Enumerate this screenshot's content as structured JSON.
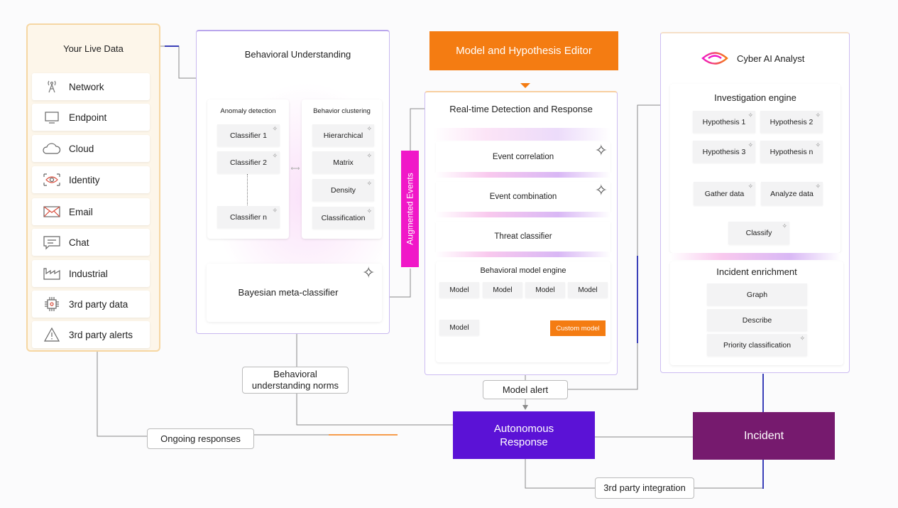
{
  "live_data": {
    "title": "Your Live Data",
    "items": [
      {
        "label": "Network",
        "icon": "antenna-icon"
      },
      {
        "label": "Endpoint",
        "icon": "endpoint-icon"
      },
      {
        "label": "Cloud",
        "icon": "cloud-icon"
      },
      {
        "label": "Identity",
        "icon": "eye-icon"
      },
      {
        "label": "Email",
        "icon": "envelope-icon"
      },
      {
        "label": "Chat",
        "icon": "chat-icon"
      },
      {
        "label": "Industrial",
        "icon": "factory-icon"
      },
      {
        "label": "3rd party data",
        "icon": "chip-icon"
      },
      {
        "label": "3rd party alerts",
        "icon": "warning-icon"
      }
    ]
  },
  "behavioral": {
    "title": "Behavioral Understanding",
    "anomaly": {
      "title": "Anomaly detection",
      "items": [
        "Classifier 1",
        "Classifier 2",
        "Classifier n"
      ]
    },
    "clustering": {
      "title": "Behavior clustering",
      "items": [
        "Hierarchical",
        "Matrix",
        "Density",
        "Classification"
      ]
    },
    "bayesian": "Bayesian meta-classifier"
  },
  "augmented_events": "Augmented Events",
  "editor": {
    "title": "Model and Hypothesis Editor"
  },
  "realtime": {
    "title": "Real-time Detection and Response",
    "stages": [
      "Event correlation",
      "Event combination",
      "Threat classifier"
    ],
    "engine": {
      "title": "Behavioral model engine",
      "models": [
        "Model",
        "Model",
        "Model",
        "Model",
        "Model"
      ],
      "custom": "Custom model"
    }
  },
  "analyst": {
    "title": "Cyber AI Analyst",
    "investigation": {
      "title": "Investigation engine",
      "hypotheses": [
        "Hypothesis 1",
        "Hypothesis 2",
        "Hypothesis 3",
        "Hypothesis n"
      ],
      "gather": "Gather data",
      "analyze": "Analyze data",
      "classify": "Classify"
    },
    "enrichment": {
      "title": "Incident enrichment",
      "items": [
        "Graph",
        "Describe",
        "Priority classification"
      ]
    }
  },
  "labels": {
    "norms_1": "Behavioral",
    "norms_2": "understanding norms",
    "model_alert": "Model alert",
    "ongoing": "Ongoing responses",
    "integration": "3rd party integration"
  },
  "autonomous": {
    "line1": "Autonomous",
    "line2": "Response"
  },
  "incident": "Incident",
  "colors": {
    "accent_orange": "#f47c12",
    "autonomous": "#5b12d6",
    "incident": "#761a6e",
    "augmented": "#f018c8",
    "wire": "#8a8a8a"
  }
}
